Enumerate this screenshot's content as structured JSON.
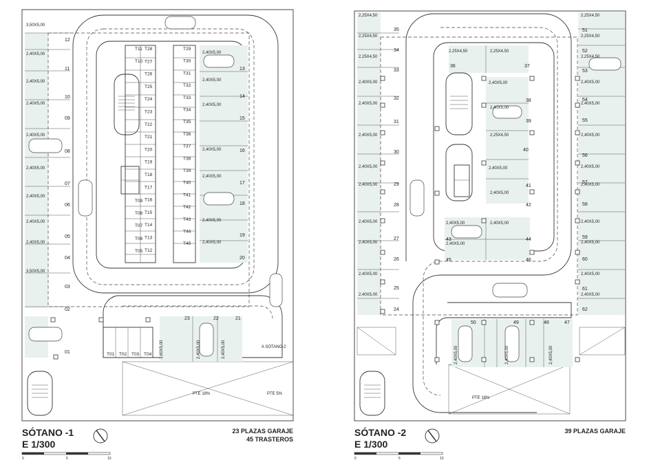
{
  "plan1": {
    "title": "SÓTANO -1",
    "scale": "E 1/300",
    "summary_line1": "23 PLAZAS GARAJE",
    "summary_line2": "45 TRASTEROS",
    "ramp_label_1": "PTE 18%",
    "ramp_label_2": "PTE 5%",
    "ramp_to": "A SÓTANO-2",
    "left_dims": [
      "3,50X5,00",
      "2,40X5,00",
      "2,40X5,00",
      "2,40X5,00",
      "2,40X5,00",
      "2,40X5,00",
      "2,40X5,00",
      "2,40X5,00",
      "2,40X5,00",
      "3,50X5,00"
    ],
    "left_nums": [
      "12",
      "11",
      "10",
      "09",
      "08",
      "07",
      "06",
      "05",
      "04",
      "03",
      "02",
      "01"
    ],
    "right_dims": [
      "2,40X5,00",
      "2,40X5,00",
      "2,40X5,00",
      "2,40X5,00",
      "2,40X5,00",
      "2,40X5,00",
      "2,40X5,00"
    ],
    "right_nums": [
      "13",
      "14",
      "15",
      "16",
      "17",
      "18",
      "19",
      "20"
    ],
    "storage_left": [
      "T11",
      "T10",
      "T09",
      "T08",
      "T07",
      "T06",
      "T05"
    ],
    "storage_mid_a": [
      "T28",
      "T27",
      "T26",
      "T25",
      "T24",
      "T23",
      "T22",
      "T21",
      "T20",
      "T19",
      "T18",
      "T17",
      "T16",
      "T15",
      "T14",
      "T13",
      "T12"
    ],
    "storage_right": [
      "T29",
      "T30",
      "T31",
      "T32",
      "T33",
      "T34",
      "T35",
      "T36",
      "T37",
      "T38",
      "T39",
      "T40",
      "T41",
      "T42",
      "T43",
      "T44",
      "T45"
    ],
    "storage_bottom": [
      "T01",
      "T02",
      "T03",
      "T04"
    ],
    "bottom_nums": [
      "23",
      "22",
      "21"
    ],
    "bottom_dims": [
      "3,60X5,00",
      "2,40X5,00",
      "2,40X5,00"
    ]
  },
  "plan2": {
    "title": "SÓTANO -2",
    "scale": "E 1/300",
    "summary_line1": "39 PLAZAS GARAJE",
    "ramp_label": "PTE 18%",
    "left_dims": [
      "2,25X4,50",
      "2,25X4,50",
      "2,25X4,50",
      "2,40X5,00",
      "2,40X5,00",
      "2,40X5,00",
      "2,40X5,00",
      "2,40X5,00",
      "2,40X5,00",
      "2,40X5,00",
      "2,40X5,00",
      "2,40X5,00"
    ],
    "left_nums": [
      "35",
      "34",
      "33",
      "32",
      "31",
      "30",
      "29",
      "28",
      "27",
      "26",
      "25",
      "24"
    ],
    "right_dims": [
      "2,25X4,50",
      "2,25X4,50",
      "2,25X4,50",
      "2,40X5,00",
      "2,40X5,00",
      "2,40X5,00",
      "2,40X5,00",
      "2,40X5,00",
      "2,40X5,00",
      "2,40X5,00",
      "2,40X5,00",
      "2,40X5,00"
    ],
    "right_nums": [
      "51",
      "52",
      "53",
      "54",
      "55",
      "56",
      "57",
      "58",
      "59",
      "60",
      "61",
      "62"
    ],
    "center_dims": [
      "2,25X4,50",
      "2,25X4,50",
      "2,40X5,00",
      "2,40X5,00",
      "2,25X4,50",
      "2,40X5,00",
      "2,40X5,00",
      "2,40X5,00",
      "2,40X5,00",
      "2,40X5,00"
    ],
    "center_nums": [
      "36",
      "37",
      "38",
      "39",
      "40",
      "41",
      "42",
      "43",
      "44",
      "45",
      "46"
    ],
    "bottom_nums": [
      "50",
      "49",
      "48",
      "47"
    ],
    "bottom_dims": [
      "2,40X5,00",
      "2,40X5,00",
      "2,40X5,00"
    ]
  },
  "scalebar": {
    "ticks": [
      "0",
      "5",
      "10"
    ]
  }
}
